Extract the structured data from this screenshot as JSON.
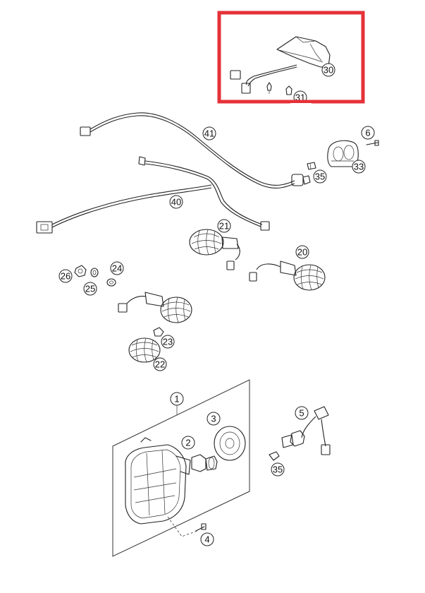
{
  "highlight": {
    "color": "#e53238"
  },
  "callouts": {
    "c30": "30",
    "c31": "31",
    "c41": "41",
    "c6": "6",
    "c33": "33",
    "c35a": "35",
    "c40": "40",
    "c21": "21",
    "c20": "20",
    "c26": "26",
    "c24": "24",
    "c25": "25",
    "c23": "23",
    "c22": "22",
    "c1": "1",
    "c3": "3",
    "c2": "2",
    "c5": "5",
    "c35b": "35",
    "c4": "4"
  }
}
